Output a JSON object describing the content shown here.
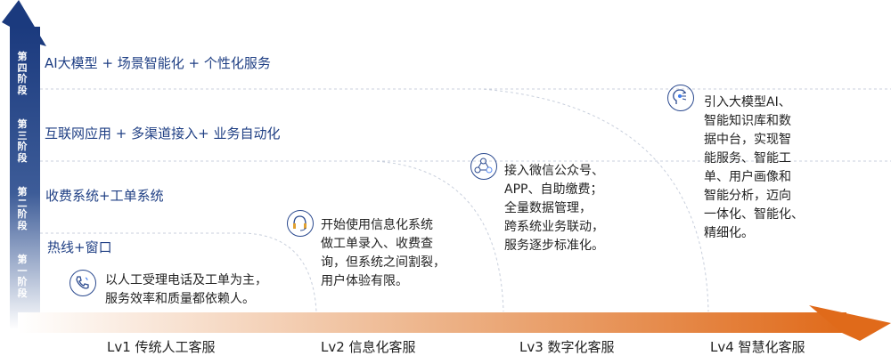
{
  "stages": [
    "第四阶段",
    "第三阶段",
    "第二阶段",
    "第一阶段"
  ],
  "headings": [
    "AI大模型 + 场景智能化 + 个性化服务",
    "互联网应用 + 多渠道接入+ 业务自动化",
    "收费系统+工单系统",
    "热线+窗口"
  ],
  "levels": [
    "Lv1 传统人工客服",
    "Lv2 信息化客服",
    "Lv3 数字化客服",
    "Lv4 智慧化客服"
  ],
  "descriptions": [
    {
      "icon": "phone-icon",
      "lines": [
        "以人工受理电话及工单为主，",
        "服务效率和质量都依赖人。"
      ]
    },
    {
      "icon": "headset-icon",
      "lines": [
        "开始使用信息化系统",
        "做工单录入、收费查",
        "询，但系统之间割裂，",
        "用户体验有限。"
      ]
    },
    {
      "icon": "network-icon",
      "lines": [
        "接入微信公众号、",
        "APP、自助缴费；",
        "全量数据管理，",
        "跨系统业务联动，",
        "服务逐步标准化。"
      ]
    },
    {
      "icon": "ai-head-icon",
      "lines": [
        "引入大模型AI、",
        "智能知识库和数",
        "据中台，实现智",
        "能服务、智能工",
        "单、用户画像和",
        "智能分析，迈向",
        "一体化、智能化、",
        "精细化。"
      ]
    }
  ],
  "colors": {
    "blue": "#1f3f84",
    "orange": "#e06a1a"
  }
}
